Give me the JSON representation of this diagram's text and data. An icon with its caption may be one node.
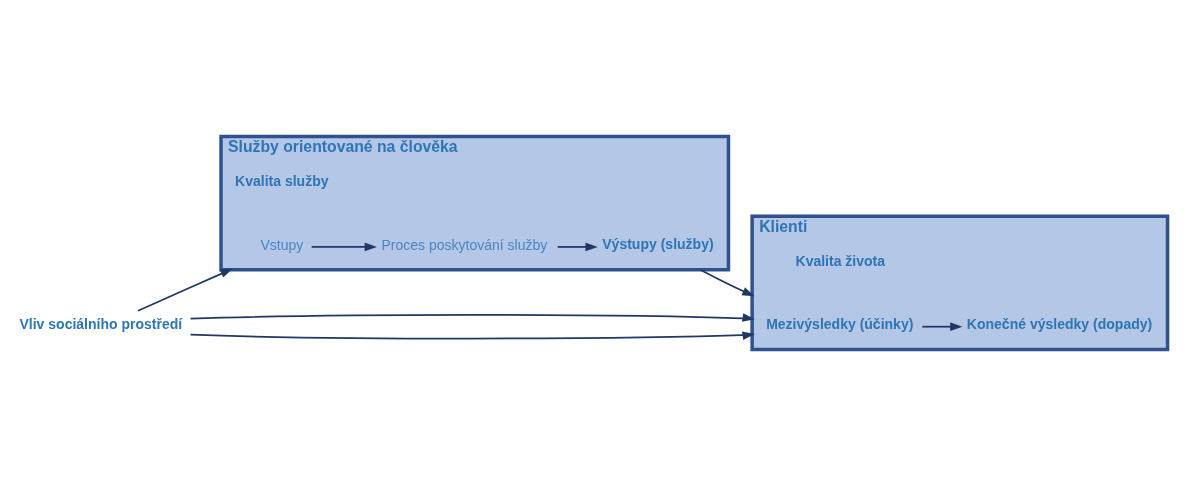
{
  "diagram": {
    "nodes": [
      {
        "text": [
          "Vliv sociálního prostředí"
        ]
      },
      {
        "text": [
          "Služby orientované na člověka"
        ],
        "beside": [
          "Kvalita služby"
        ]
      },
      {
        "text": [
          "Vstupy"
        ],
        "in": 1
      },
      {
        "text": [
          "Proces poskytování služby"
        ],
        "in": 1
      },
      {
        "text": [
          "Výstupy (služby)"
        ],
        "in": 1
      },
      {
        "text": [
          "Klienti"
        ],
        "beside": [
          "Kvalita života"
        ]
      },
      {
        "text": [
          "Mezivýsledky (účinky)"
        ],
        "in": 5
      },
      {
        "text": [
          "Konečné výsledky (dopady)"
        ],
        "in": 5
      }
    ],
    "edges": [
      {
        "from": 0,
        "to": 1,
        "arrow": "to"
      },
      {
        "from": 0,
        "to": 5,
        "arrow": "to"
      },
      {
        "from": 0,
        "to": 5,
        "arrow": "to"
      },
      {
        "from": 2,
        "to": 3,
        "arrow": "to"
      },
      {
        "from": 3,
        "to": 4,
        "arrow": "to"
      },
      {
        "from": 1,
        "to": 5,
        "arrow": "to"
      },
      {
        "from": 6,
        "to": 7,
        "arrow": "to"
      }
    ]
  }
}
